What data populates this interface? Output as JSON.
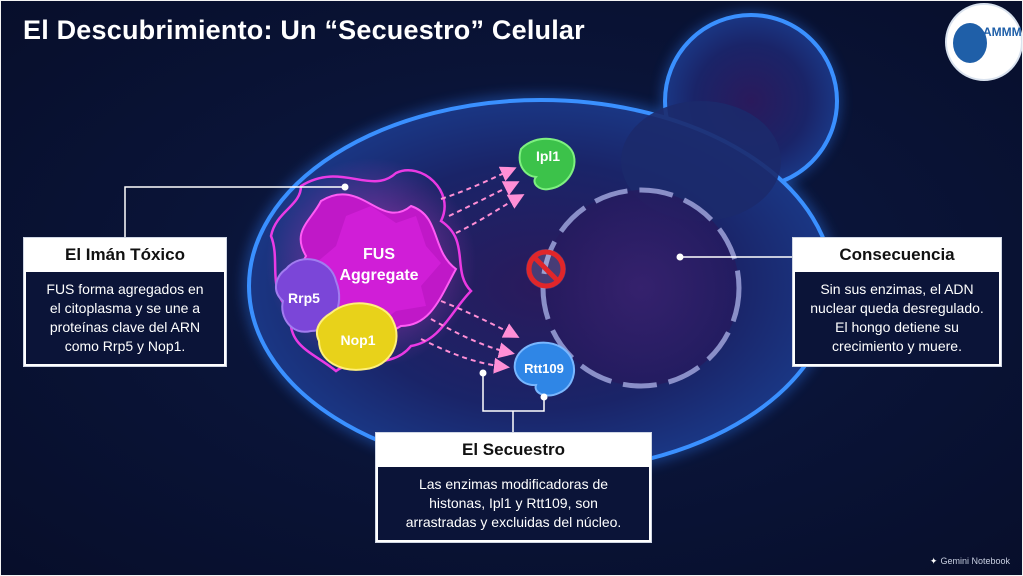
{
  "title": "El Descubrimiento: Un “Secuestro” Celular",
  "logo": {
    "text": "AMMM",
    "icon": "society-emblem-icon"
  },
  "footer": {
    "text": "Gemini Notebook",
    "icon": "sparkle-icon"
  },
  "cell": {
    "aggregate_label_1": "FUS",
    "aggregate_label_2": "Aggregate",
    "proteins": {
      "rrp5": "Rrp5",
      "nop1": "Nop1",
      "ipl1": "Ipl1",
      "rtt109": "Rtt109"
    },
    "blocked_icon": "no-entry-icon"
  },
  "callouts": {
    "iman": {
      "title": "El Imán Tóxico",
      "text": "FUS forma agregados en\nel citoplasma y se une a\nproteínas clave del ARN\ncomo Rrp5 y Nop1."
    },
    "consecuencia": {
      "title": "Consecuencia",
      "text": "Sin sus enzimas, el ADN\nnuclear queda desregulado.\nEl hongo detiene su\ncrecimiento y muere."
    },
    "secuestro": {
      "title": "El Secuestro",
      "text": "Las enzimas modificadoras de\nhistonas, Ipl1 y Rtt109, son\narrastradas y excluidas del núcleo."
    }
  },
  "colors": {
    "background": "#0a1438",
    "cell_membrane": "#2e7fff",
    "aggregate": "#e020e0",
    "rrp5": "#7b46d8",
    "nop1": "#e8d21a",
    "ipl1": "#3cc24a",
    "rtt109": "#2f86e6",
    "arrows": "#ff8fd6",
    "blocked": "#e0262a"
  }
}
